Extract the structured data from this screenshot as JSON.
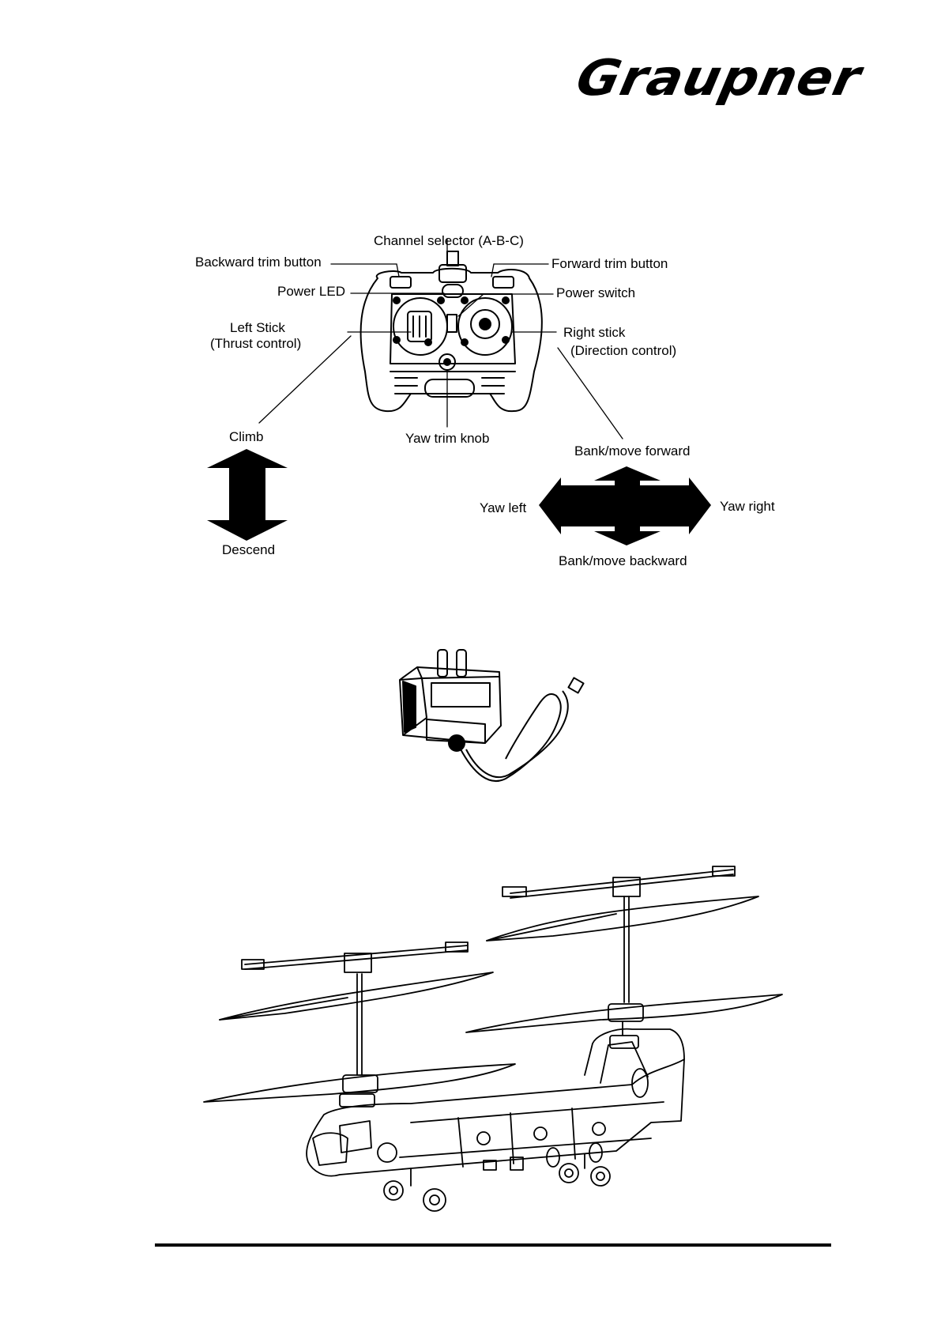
{
  "brand": {
    "logo_text": "Graupner"
  },
  "transmitter": {
    "labels": {
      "channel_selector": "Channel selector (A-B-C)",
      "backward_trim": "Backward trim button",
      "forward_trim": "Forward trim button",
      "power_led": "Power LED",
      "power_switch": "Power switch",
      "left_stick": "Left Stick",
      "left_stick_sub": "(Thrust control)",
      "right_stick": "Right stick",
      "right_stick_sub": "(Direction control)",
      "yaw_trim": "Yaw trim knob"
    }
  },
  "controls": {
    "climb": "Climb",
    "descend": "Descend",
    "bank_forward": "Bank/move forward",
    "bank_backward": "Bank/move backward",
    "yaw_left": "Yaw left",
    "yaw_right": "Yaw right"
  }
}
